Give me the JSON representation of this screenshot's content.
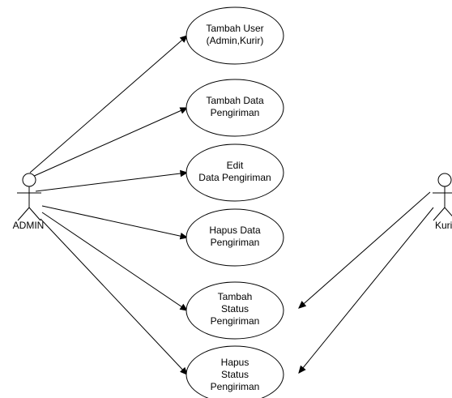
{
  "actors": [
    {
      "id": "admin",
      "label": "ADMIN"
    },
    {
      "id": "kurir",
      "label": "Kurir"
    }
  ],
  "use_cases": [
    {
      "id": "tambah-user",
      "lines": [
        "Tambah User",
        "(Admin,Kurir)"
      ]
    },
    {
      "id": "tambah-data-pengiriman",
      "lines": [
        "Tambah Data",
        "Pengiriman"
      ]
    },
    {
      "id": "edit-data-pengiriman",
      "lines": [
        "Edit",
        "Data Pengiriman"
      ]
    },
    {
      "id": "hapus-data-pengiriman",
      "lines": [
        "Hapus Data",
        "Pengiriman"
      ]
    },
    {
      "id": "tambah-status-pengiriman",
      "lines": [
        "Tambah",
        "Status",
        "Pengiriman"
      ]
    },
    {
      "id": "hapus-status-pengiriman",
      "lines": [
        "Hapus",
        "Status",
        "Pengiriman"
      ]
    }
  ],
  "associations": [
    {
      "from": "admin",
      "to": "tambah-user"
    },
    {
      "from": "admin",
      "to": "tambah-data-pengiriman"
    },
    {
      "from": "admin",
      "to": "edit-data-pengiriman"
    },
    {
      "from": "admin",
      "to": "hapus-data-pengiriman"
    },
    {
      "from": "admin",
      "to": "tambah-status-pengiriman"
    },
    {
      "from": "admin",
      "to": "hapus-status-pengiriman"
    },
    {
      "from": "kurir",
      "to": "tambah-status-pengiriman"
    },
    {
      "from": "kurir",
      "to": "hapus-status-pengiriman"
    }
  ]
}
